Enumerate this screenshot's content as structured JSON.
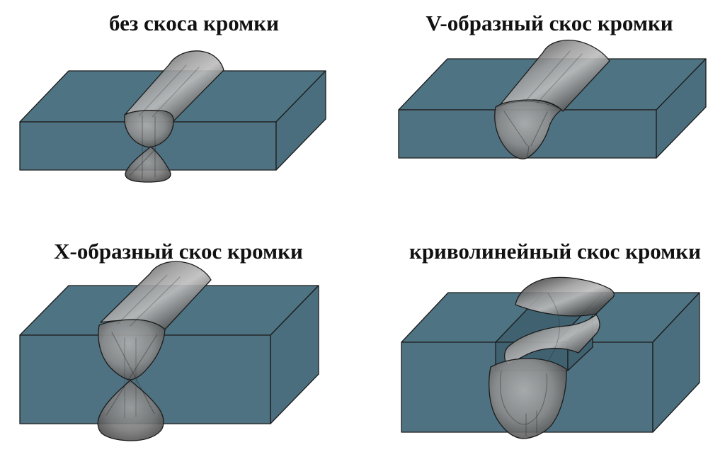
{
  "page": {
    "background": "#ffffff",
    "description": "Four 3D illustrations of butt weld edge preparations"
  },
  "figures": [
    {
      "id": "no-bevel",
      "title": "без скоса кромки"
    },
    {
      "id": "v-bevel",
      "title": "V-образный скос кромки"
    },
    {
      "id": "x-bevel",
      "title": "Х-образный скос кромки"
    },
    {
      "id": "curved-bevel",
      "title": "криволинейный скос кромки"
    }
  ],
  "colors": {
    "page_bg": "#ffffff",
    "title_text": "#111111",
    "plate_top": "#4e7484",
    "plate_front": "#4f7282",
    "plate_side": "#4a6e7e",
    "plate_recess": "#3f6170",
    "outline": "#1c1c1c",
    "weld_light": "#bdbdbd",
    "weld_mid": "#8d8d8d",
    "weld_dark": "#2b2b2b"
  }
}
